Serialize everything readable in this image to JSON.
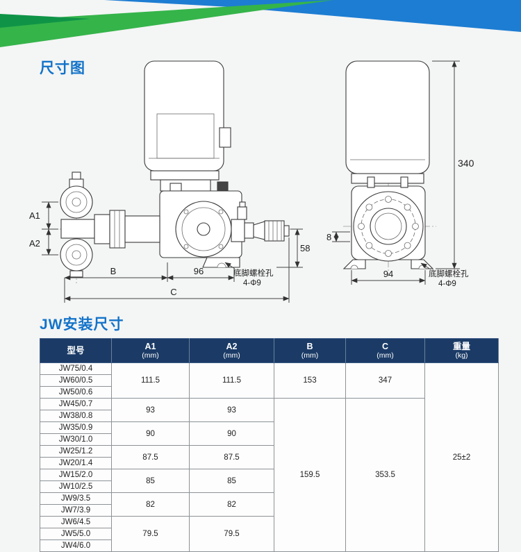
{
  "colors": {
    "title_blue": "#1373c9",
    "table_header_bg": "#1b3b66",
    "banner_green": "#35b44a",
    "banner_blue": "#1d7dd2",
    "banner_teal": "#0f9447"
  },
  "section1": {
    "title": "尺寸图"
  },
  "section2": {
    "title": "JW安装尺寸"
  },
  "diagram": {
    "left": {
      "dim_a1": "A1",
      "dim_a2": "A2",
      "dim_b": "B",
      "dim_96": "96",
      "dim_c": "C",
      "dim_58": "58",
      "note_line1": "底脚螺栓孔",
      "note_line2": "4-Φ9"
    },
    "right": {
      "dim_340": "340",
      "dim_8": "8",
      "dim_94": "94",
      "note_line1": "底脚螺栓孔",
      "note_line2": "4-Φ9"
    }
  },
  "table": {
    "headers": [
      [
        "型号",
        ""
      ],
      [
        "A1",
        "(mm)"
      ],
      [
        "A2",
        "(mm)"
      ],
      [
        "B",
        "(mm)"
      ],
      [
        "C",
        "(mm)"
      ],
      [
        "重量",
        "(kg)"
      ]
    ],
    "models": [
      "JW75/0.4",
      "JW60/0.5",
      "JW50/0.6",
      "JW45/0.7",
      "JW38/0.8",
      "JW35/0.9",
      "JW30/1.0",
      "JW25/1.2",
      "JW20/1.4",
      "JW15/2.0",
      "JW10/2.5",
      "JW9/3.5",
      "JW7/3.9",
      "JW6/4.5",
      "JW5/5.0",
      "JW4/6.0"
    ],
    "a_groups": [
      {
        "span": 3,
        "a1": "111.5",
        "a2": "111.5"
      },
      {
        "span": 2,
        "a1": "93",
        "a2": "93"
      },
      {
        "span": 2,
        "a1": "90",
        "a2": "90"
      },
      {
        "span": 2,
        "a1": "87.5",
        "a2": "87.5"
      },
      {
        "span": 2,
        "a1": "85",
        "a2": "85"
      },
      {
        "span": 2,
        "a1": "82",
        "a2": "82"
      },
      {
        "span": 3,
        "a1": "79.5",
        "a2": "79.5"
      }
    ],
    "bc_groups": [
      {
        "span": 3,
        "b": "153",
        "c": "347"
      },
      {
        "span": 13,
        "b": "159.5",
        "c": "353.5"
      }
    ],
    "weight_groups": [
      {
        "span": 16,
        "w": "25±2"
      }
    ]
  }
}
